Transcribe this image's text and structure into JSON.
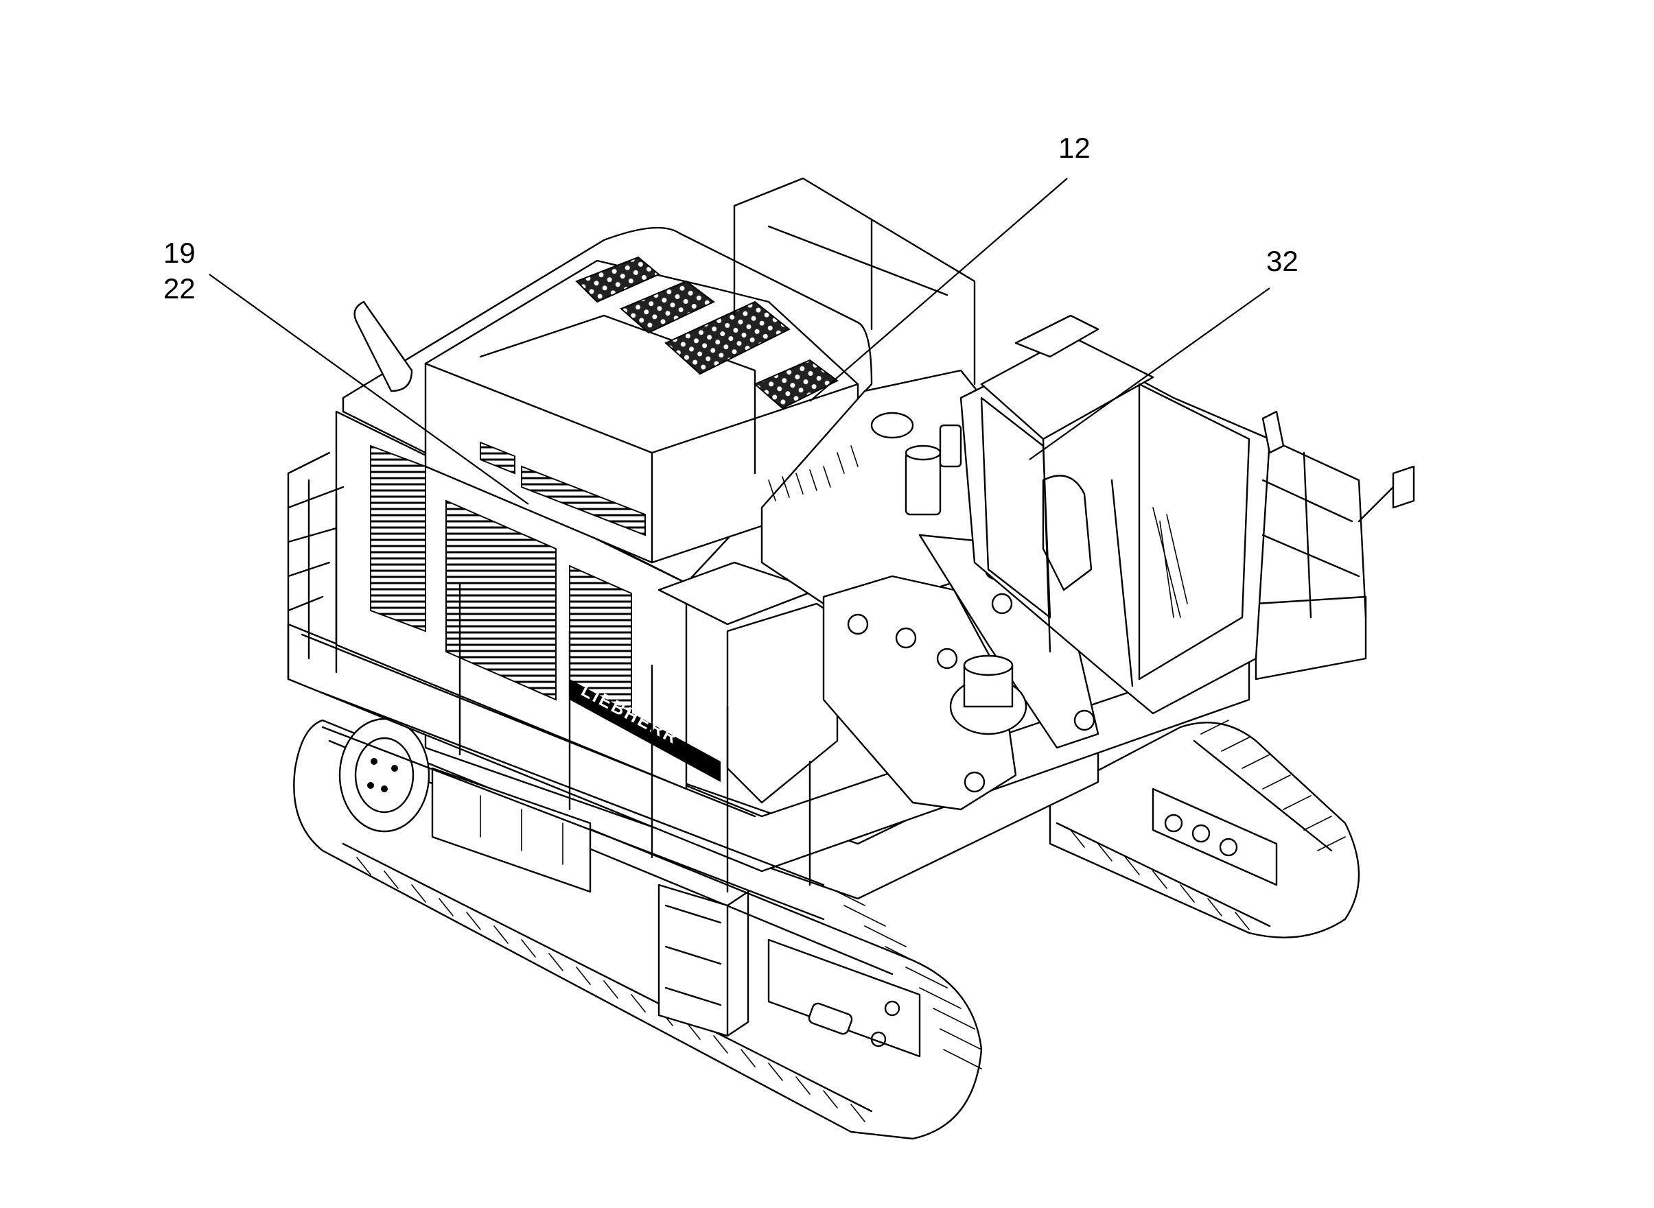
{
  "callouts": {
    "c12": "12",
    "c19": "19",
    "c22": "22",
    "c32": "32"
  },
  "brand_decal": "LIEBHERR"
}
